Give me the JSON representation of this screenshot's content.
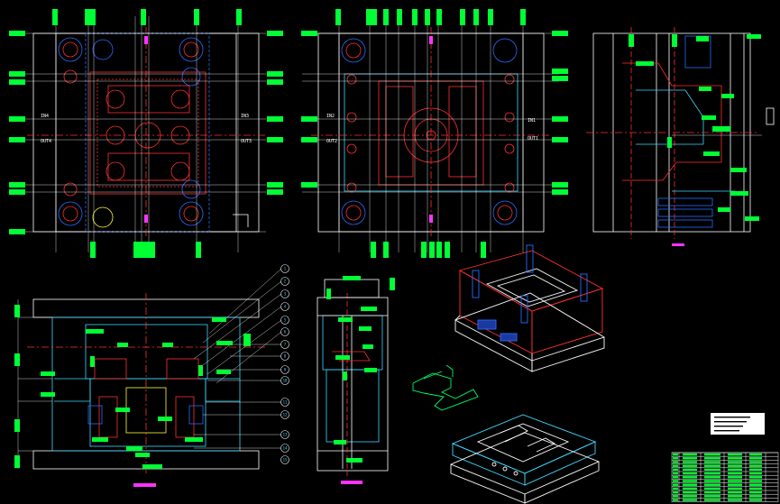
{
  "drawing": {
    "background": "#000000",
    "line_colors": {
      "white": "#ffffff",
      "red": "#ff3030",
      "blue": "#2a6cff",
      "cyan": "#3fd8ff",
      "green": "#00ff33",
      "magenta": "#ff33ff",
      "yellow": "#ffff33"
    }
  },
  "views": {
    "top_left_plan": {
      "labels": {
        "in_left": "IN4",
        "out_left": "OUT4",
        "in_right": "IN3",
        "out_right": "OUT3"
      }
    },
    "top_mid_plan": {
      "labels": {
        "in_left": "IN2",
        "out_left": "OUT2",
        "in_right": "IN1",
        "out_right": "OUT1"
      }
    }
  },
  "balloons": [
    "1",
    "2",
    "3",
    "4",
    "5",
    "6",
    "7",
    "8",
    "9",
    "10",
    "11",
    "12",
    "13",
    "14",
    "15"
  ],
  "title_block_lines": 4,
  "bom_rows": 13
}
